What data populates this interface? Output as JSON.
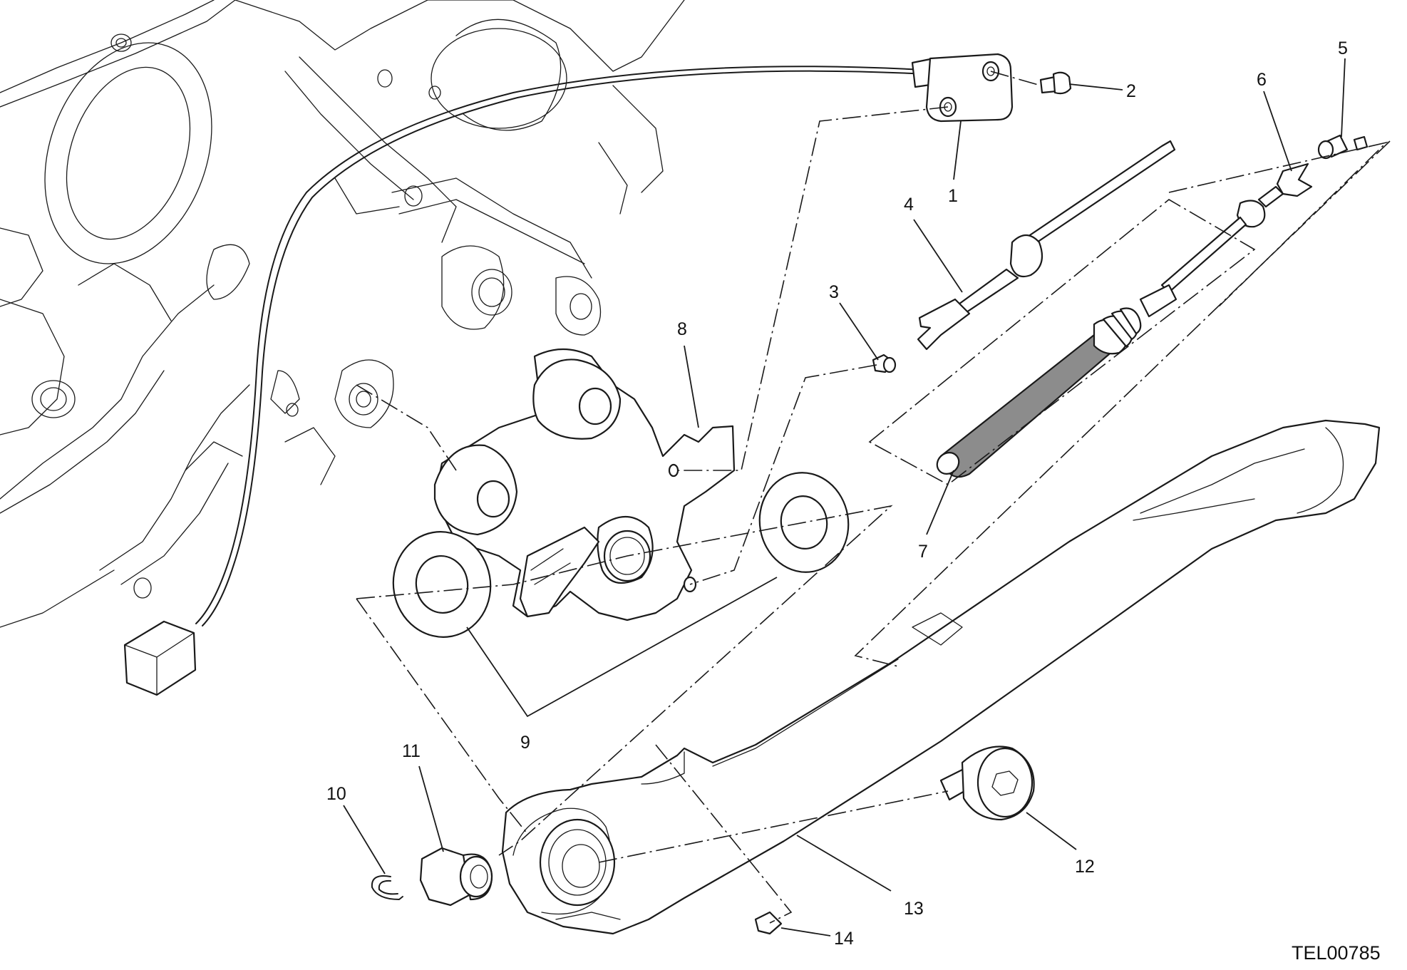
{
  "drawing": {
    "reference_code": "TEL00785",
    "callouts": [
      {
        "id": "1",
        "label": "1"
      },
      {
        "id": "2",
        "label": "2"
      },
      {
        "id": "3",
        "label": "3"
      },
      {
        "id": "4",
        "label": "4"
      },
      {
        "id": "5",
        "label": "5"
      },
      {
        "id": "6",
        "label": "6"
      },
      {
        "id": "7",
        "label": "7"
      },
      {
        "id": "8",
        "label": "8"
      },
      {
        "id": "9",
        "label": "9"
      },
      {
        "id": "10",
        "label": "10"
      },
      {
        "id": "11",
        "label": "11"
      },
      {
        "id": "12",
        "label": "12"
      },
      {
        "id": "13",
        "label": "13"
      },
      {
        "id": "14",
        "label": "14"
      }
    ]
  },
  "colors": {
    "line": "#1a1a1a",
    "background": "#ffffff",
    "spring_fill": "#8c8c8c"
  }
}
